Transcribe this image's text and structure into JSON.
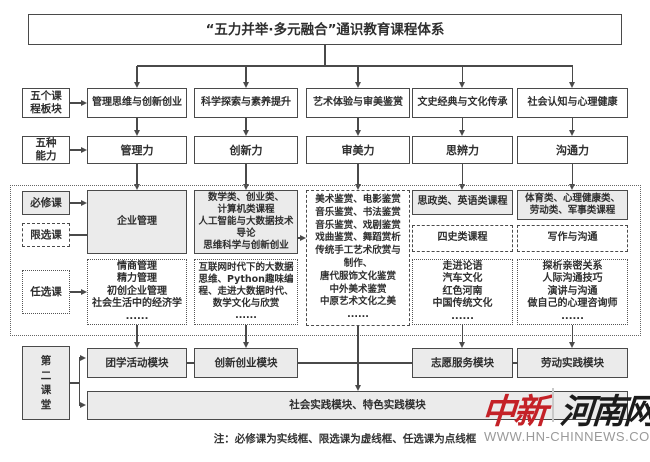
{
  "diagram": {
    "title": "“五力并举·多元融合”通识教育课程体系",
    "left_labels": {
      "plates": "五个课\n程板块",
      "abilities": "五种\n能力",
      "required": "必修课",
      "limited": "限选课",
      "elective": "任选课",
      "second_class": "第\n二\n课\n堂"
    },
    "plates": [
      "管理思维与创新创业",
      "科学探索与素养提升",
      "艺术体验与审美鉴赏",
      "文史经典与文化传承",
      "社会认知与心理健康"
    ],
    "abilities": [
      "管理力",
      "创新力",
      "审美力",
      "思辨力",
      "沟通力"
    ],
    "required": {
      "c1": "企业管理",
      "c2": "数学类、创业类、\n计算机类课程\n人工智能与大数据技术\n导论\n思维科学与创新创业",
      "c4": "思政类、英语类课程",
      "c5": "体育类、心理健康类、\n劳动类、军事类课程"
    },
    "limited": {
      "c4": "四史类课程",
      "c5": "写作与沟通"
    },
    "aesthetic_courses": "美术鉴赏、电影鉴赏\n音乐鉴赏、书法鉴赏\n音乐鉴赏、戏剧鉴赏\n戏曲鉴赏、舞蹈赏析\n传统手工艺术欣赏与\n制作、\n唐代服饰文化鉴赏\n中外美术鉴赏\n中原艺术文化之美\n......",
    "elective": {
      "c1": "情商管理\n精力管理\n初创企业管理\n社会生活中的经济学\n......",
      "c2": "互联网时代下的大数据\n思维、Python趣味编\n程、走进大数据时代、\n数学文化与欣赏\n......",
      "c4": "走进论语\n汽车文化\n红色河南\n中国传统文化\n......",
      "c5": "探析亲密关系\n人际沟通技巧\n演讲与沟通\n做自己的心理咨询师\n......"
    },
    "second_class_modules": [
      "团学活动模块",
      "创新创业模块",
      "志愿服务模块",
      "劳动实践模块"
    ],
    "practice_module": "社会实践模块、特色实践模块",
    "note": "注：必修课为实线框、限选课为虚线框、任选课为点线框"
  },
  "watermark": {
    "logo_cn": "中新",
    "logo_site": "河南网",
    "url": "WWW.HN-CHINNEWS.COM"
  },
  "colors": {
    "border": "#4a4a4a",
    "fill_gray": "#ebebeb",
    "logo_red": "#c42127",
    "logo_dark": "#1c1c1c"
  }
}
